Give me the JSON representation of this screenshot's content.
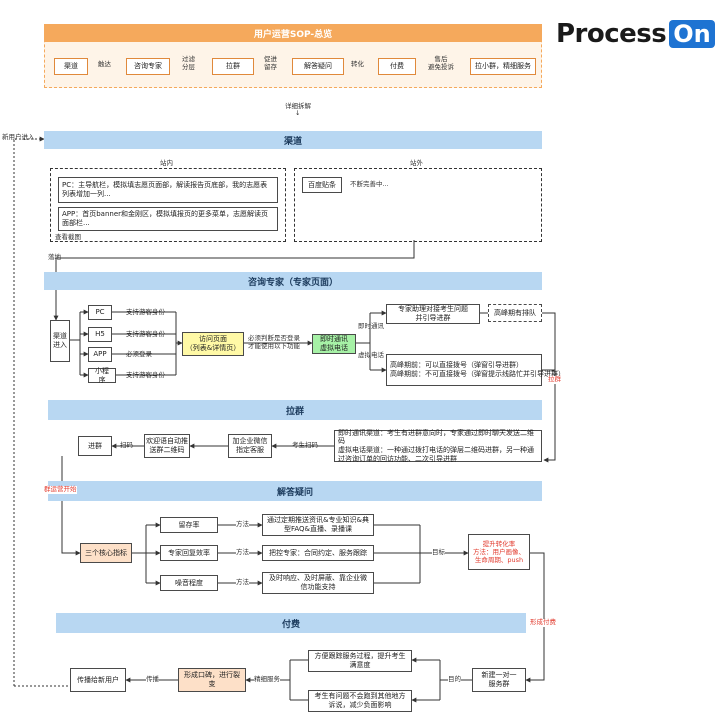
{
  "header": {
    "title": "用户运营SOP-总览",
    "steps": [
      "渠道",
      "咨询专家",
      "拉群",
      "解答疑问",
      "付费",
      "拉小群，精细服务"
    ],
    "links": [
      "触达",
      "过滤\n分层",
      "促进\n留存",
      "转化",
      "售后\n避免投诉"
    ]
  },
  "logo": {
    "part1": "Process",
    "part2": "On"
  },
  "detail_label": "详细拆解",
  "new_user_label": "新用户进入",
  "sections": {
    "channel": "渠道",
    "consult": "咨询专家（专家页面）",
    "group": "拉群",
    "answer": "解答疑问",
    "pay": "付费"
  },
  "channel": {
    "onsite_title": "站内",
    "offsite_title": "站外",
    "pc_text": "PC：主导航栏，模拟填志愿页面部，解读报告页底部，我的志愿表列表增加一列...",
    "app_text": "APP：首页banner和金刚区，模拟填报页的更多菜单，志愿解读页面部栏...",
    "view_screenshot": "查看截图",
    "baidu": "百度贴条",
    "baidu_note": "不断完善中...",
    "landing": "落地"
  },
  "consult": {
    "entry": "渠道进入",
    "platforms": [
      "PC",
      "H5",
      "APP",
      "小程序"
    ],
    "platform_notes": [
      "支持游客身份",
      "支持游客身份",
      "必须登录",
      "支持游客身份"
    ],
    "visit": "访问页面\n（列表&详情页）",
    "login_note": "必须判断是否登录\n才能使用以下功能",
    "im": "即时通讯\n虚拟电话",
    "im_label": "即时通讯",
    "call_label": "虚拟电话",
    "expert_help": "专家助理对接考生问题\n并引导进群",
    "peak_queue": "高峰期有排队",
    "peak_text": "高峰期前：可以直接拨号（弹窗引导进群）\n高峰期前：不可直接拨号（弹窗提示线路忙并引导进群）",
    "pull_group": "拉群"
  },
  "group": {
    "channels_text": "即时通讯渠道：考生有进群意向时，专家通过即时聊天发送二维码\n虚拟电话渠道：一种通过拨打电话的弹层二维码进群，另一种通过咨询订单的回访功能、二次引导进群",
    "add_wechat": "加企业微信\n指定客服",
    "welcome": "欢迎语自动推\n送群二维码",
    "join": "进群",
    "scan": "扫码",
    "student_scan": "考生扫码",
    "group_start": "群运营开始"
  },
  "answer": {
    "metrics_title": "三个核心指标",
    "metrics": [
      "留存率",
      "专家回复效率",
      "噪音程度"
    ],
    "method": "方法",
    "methods": [
      "通过定期推送资讯&专业知识&典型FAQ&直播、录播课",
      "把控专家：合同约定、服务跟踪",
      "及时响应、及时屏蔽、靠企业微信功能支持"
    ],
    "goal_label": "目标",
    "goal": "提升转化率\n方法：用户画像、生命周期、push",
    "form_pay": "形成付费"
  },
  "pay": {
    "new_group": "新建一对一\n服务群",
    "purpose": "目的",
    "purpose1": "方便跟踪服务过程，提升考生满意度",
    "purpose2": "考生有问题不会跑到其他地方诉说，减少负面影响",
    "fine_service": "精细服务",
    "reputation": "形成口碑，进行裂变",
    "spread": "传播",
    "new_users": "传播给新用户"
  },
  "colors": {
    "orange": "#f5a95c",
    "orange_light": "#fde7cf",
    "band_blue": "#b8d7f2",
    "logo_blue": "#1e73d2",
    "yellow": "#fff9a6",
    "green": "#a6f1a6",
    "peach": "#fde0c8",
    "red": "#e23b2e"
  }
}
